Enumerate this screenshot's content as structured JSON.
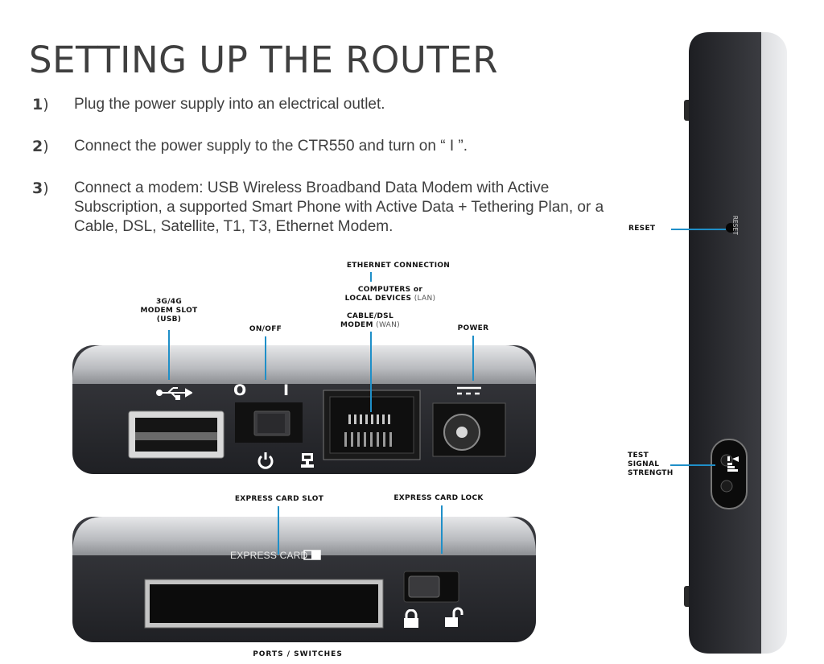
{
  "title": "SETTING UP THE ROUTER",
  "steps": [
    {
      "num": "1",
      "sep": ")",
      "text": "Plug the power supply into an electrical outlet."
    },
    {
      "num": "2",
      "sep": ")",
      "text": "Connect the power supply to the CTR550 and turn on “ I ”."
    },
    {
      "num": "3",
      "sep": ")",
      "text": "Connect a modem: USB Wireless Broadband Data Modem with Active Subscription, a supported Smart Phone with Active Data + Tethering Plan, or a Cable, DSL, Satellite, T1, T3, Ethernet Modem."
    }
  ],
  "labels": {
    "ethernet_connection": "ETHERNET CONNECTION",
    "computers_line1": "COMPUTERS or",
    "computers_line2": "LOCAL DEVICES",
    "computers_line2_suffix": "(LAN)",
    "cable_dsl_line1": "CABLE/DSL",
    "cable_dsl_line2": "MODEM",
    "cable_dsl_suffix": "(WAN)",
    "modem_slot_line1": "3G/4G",
    "modem_slot_line2": "MODEM SLOT",
    "modem_slot_line3": "(USB)",
    "on_off": "ON/OFF",
    "power": "POWER",
    "express_card_slot": "EXPRESS CARD SLOT",
    "express_card_lock": "EXPRESS CARD LOCK",
    "ports_switches": "PORTS / SWITCHES",
    "reset": "RESET",
    "test_line1": "TEST",
    "test_line2": "SIGNAL",
    "test_line3": "STRENGTH"
  },
  "device_print": {
    "express_card": "EXPRESS CARD",
    "reset": "RESET",
    "switch_off": "O",
    "switch_on": "I"
  },
  "colors": {
    "accent_line": "#1f8fc8",
    "device_body": "#2b2c30",
    "device_silver": "#c9cbce"
  },
  "icons": [
    "usb-icon",
    "power-standby-icon",
    "network-icon",
    "dc-power-icon",
    "lock-closed-icon",
    "lock-open-icon",
    "signal-strength-icon",
    "card-icon"
  ]
}
